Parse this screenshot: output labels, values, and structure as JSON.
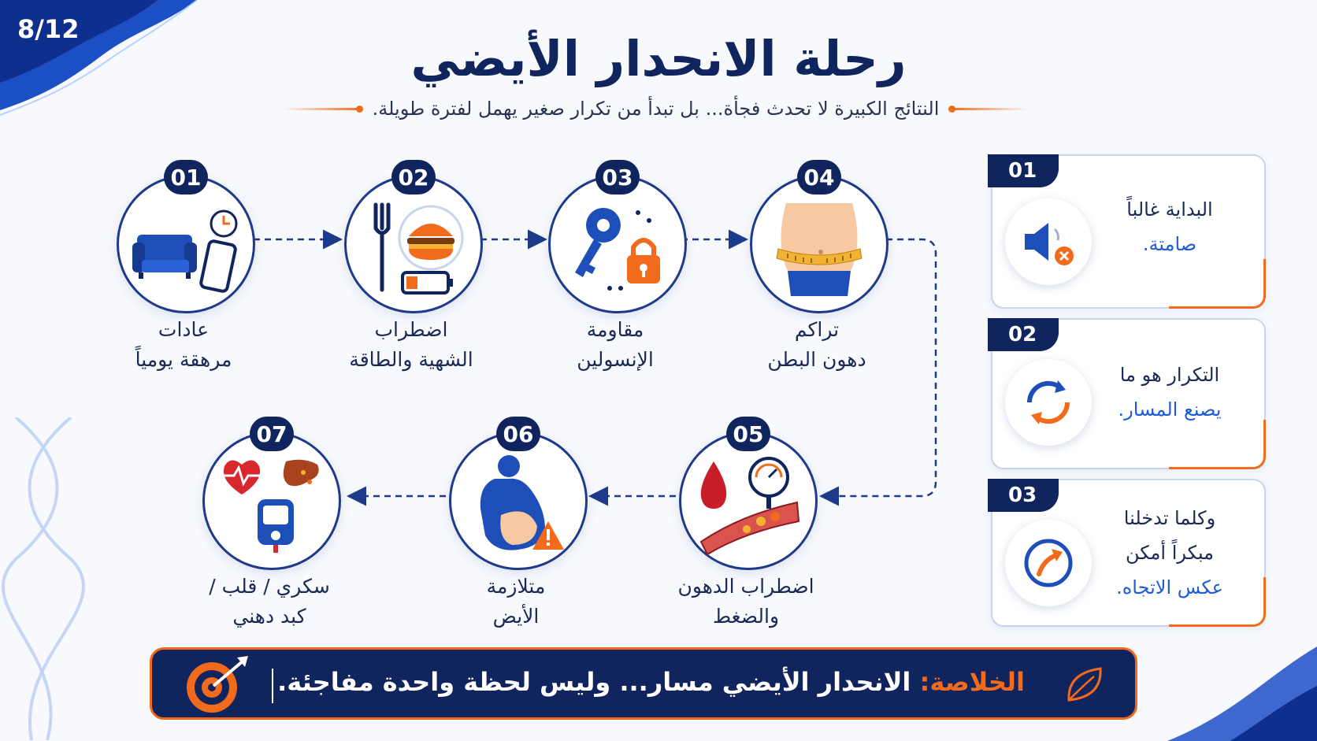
{
  "page_number": "8/12",
  "title": "رحلة الانحدار الأيضي",
  "subtitle": "النتائج الكبيرة لا تحدث فجأة... بل تبدأ من تكرار صغير يهمل لفترة طويلة.",
  "colors": {
    "navy": "#10245e",
    "accent_orange": "#f26a1b",
    "accent_blue": "#1f5bd6"
  },
  "steps": [
    {
      "num": "01",
      "line1": "عادات",
      "line2": "مرهقة يومياً",
      "icon": "sofa-phone-clock-icon"
    },
    {
      "num": "02",
      "line1": "اضطراب",
      "line2": "الشهية والطاقة",
      "icon": "burger-fork-battery-icon"
    },
    {
      "num": "03",
      "line1": "مقاومة",
      "line2": "الإنسولين",
      "icon": "key-lock-icon"
    },
    {
      "num": "04",
      "line1": "تراكم",
      "line2": "دهون البطن",
      "icon": "belly-tape-icon"
    },
    {
      "num": "05",
      "line1": "اضطراب الدهون",
      "line2": "والضغط",
      "icon": "blood-gauge-artery-icon"
    },
    {
      "num": "06",
      "line1": "متلازمة",
      "line2": "الأيض",
      "icon": "body-warning-icon"
    },
    {
      "num": "07",
      "line1": "سكري / قلب /",
      "line2": "كبد دهني",
      "icon": "heart-liver-glucometer-icon"
    }
  ],
  "side_panels": [
    {
      "num": "01",
      "line1": "البداية غالباً",
      "line2": "",
      "highlight": "صامتة.",
      "icon": "muted-speaker-icon"
    },
    {
      "num": "02",
      "line1": "التكرار هو ما",
      "line2": "",
      "highlight": "يصنع المسار.",
      "icon": "cycle-arrows-icon"
    },
    {
      "num": "03",
      "line1": "وكلما تدخلنا",
      "line2": "مبكراً أمكن",
      "highlight": "عكس الاتجاه.",
      "icon": "compass-arrow-icon"
    }
  ],
  "conclusion": {
    "key": "الخلاصة:",
    "text": " الانحدار الأيضي مسار... وليس لحظة واحدة مفاجئة.",
    "leaf_icon": "leaf-icon",
    "target_icon": "target-arrow-icon"
  }
}
